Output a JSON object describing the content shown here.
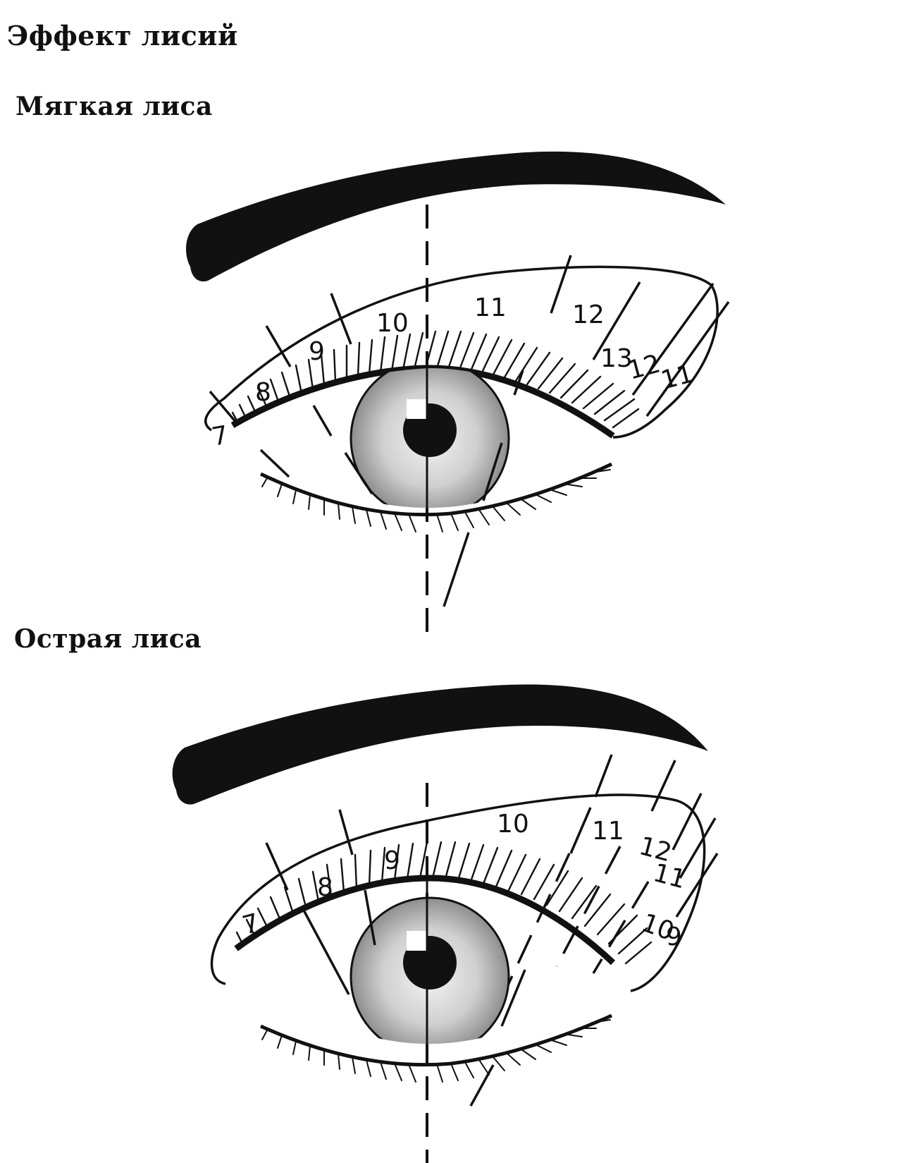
{
  "title": "Эффект лисий",
  "soft": {
    "title": "Мягкая лиса",
    "zones": [
      "7",
      "8",
      "9",
      "10",
      "11",
      "12",
      "13",
      "12",
      "11"
    ]
  },
  "sharp": {
    "title": "Острая лиса",
    "zones": [
      "7",
      "8",
      "9",
      "10",
      "11",
      "12",
      "11",
      "10",
      "9"
    ]
  },
  "colors": {
    "ink": "#111111",
    "iris_light": "#f2f2f2",
    "iris_dark": "#8a8a8a",
    "pupil": "#111111"
  }
}
